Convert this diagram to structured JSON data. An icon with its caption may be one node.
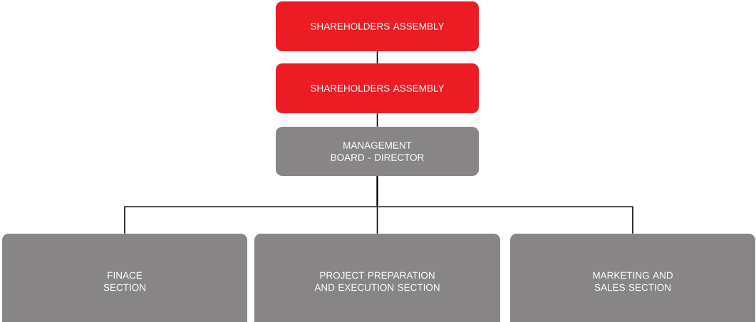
{
  "diagram": {
    "nodes": [
      {
        "text": [
          "SHAREHOLDERS ASSEMBLY"
        ]
      },
      {
        "text": [
          "SHAREHOLDERS ASSEMBLY"
        ]
      },
      {
        "text": [
          "MANAGEMENT BOARD - DIRECTOR"
        ]
      },
      {
        "text": [
          "FINACE SECTION"
        ]
      },
      {
        "text": [
          "PROJECT PREPARATION AND EXECUTION SECTION"
        ]
      },
      {
        "text": [
          "MARKETING AND SALES SECTION"
        ]
      }
    ],
    "edges": [
      {
        "from": 0,
        "to": 1,
        "arrow": "none"
      },
      {
        "from": 1,
        "to": 2,
        "arrow": "none"
      },
      {
        "from": 2,
        "to": 3,
        "arrow": "none"
      },
      {
        "from": 2,
        "to": 4,
        "arrow": "none"
      },
      {
        "from": 2,
        "to": 5,
        "arrow": "none"
      }
    ]
  }
}
